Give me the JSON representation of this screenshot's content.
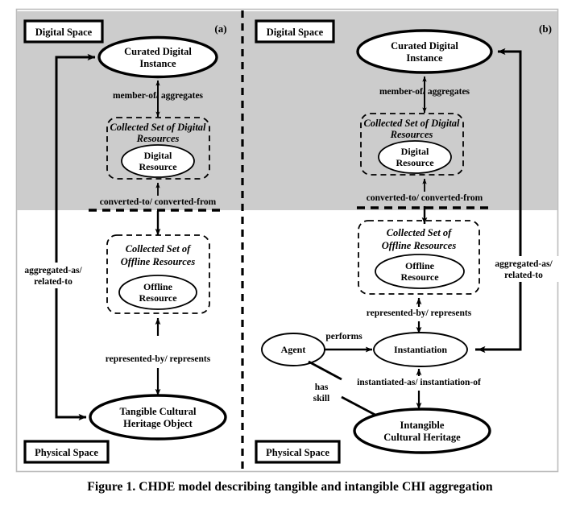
{
  "figure": {
    "caption": "Figure 1. CHDE model describing tangible and intangible CHI aggregation",
    "panel_a_label": "(a)",
    "panel_b_label": "(b)",
    "digital_space_label": "Digital Space",
    "physical_space_label": "Physical Space",
    "colors": {
      "digital_space_fill": "#cccccc",
      "physical_space_fill": "#ffffff",
      "stroke": "#000000",
      "page_background": "#ffffff",
      "frame_border": "#b0b0b0"
    }
  },
  "panel_a": {
    "label": "(a)",
    "nodes": {
      "curated_digital_instance": {
        "line1": "Curated Digital",
        "line2": "Instance"
      },
      "collected_set_digital": {
        "line1": "Collected Set of Digital",
        "line2": "Resources"
      },
      "digital_resource": {
        "line1": "Digital",
        "line2": "Resource"
      },
      "collected_set_offline": {
        "line1": "Collected Set of",
        "line2": "Offline Resources"
      },
      "offline_resource": {
        "line1": "Offline",
        "line2": "Resource"
      },
      "tangible_cultural_heritage_object": {
        "line1": "Tangible Cultural",
        "line2": "Heritage Object"
      }
    },
    "relations": {
      "member_of_aggregates": "member-of/ aggregates",
      "converted": "converted-to/ converted-from",
      "represented_by_represents": "represented-by/ represents",
      "aggregated_as_line1": "aggregated-as/",
      "aggregated_as_line2": "related-to"
    },
    "spaces": {
      "digital": "Digital Space",
      "physical": "Physical Space"
    }
  },
  "panel_b": {
    "label": "(b)",
    "nodes": {
      "curated_digital_instance": {
        "line1": "Curated Digital",
        "line2": "Instance"
      },
      "collected_set_digital": {
        "line1": "Collected Set of Digital",
        "line2": "Resources"
      },
      "digital_resource": {
        "line1": "Digital",
        "line2": "Resource"
      },
      "collected_set_offline": {
        "line1": "Collected Set of",
        "line2": "Offline  Resources"
      },
      "offline_resource": {
        "line1": "Offline",
        "line2": "Resource"
      },
      "agent": {
        "line1": "Agent"
      },
      "instantiation": {
        "line1": "Instantiation"
      },
      "intangible_cultural_heritage": {
        "line1": "Intangible",
        "line2": "Cultural Heritage"
      }
    },
    "relations": {
      "member_of_aggregates": "member-of/ aggregates",
      "converted": "converted-to/ converted-from",
      "represented_by_represents": "represented-by/ represents",
      "performs": "performs",
      "has_skill_line1": "has",
      "has_skill_line2": "skill",
      "instantiated_as": "instantiated-as/ instantiation-of",
      "aggregated_as_line1": "aggregated-as/",
      "aggregated_as_line2": "related-to"
    },
    "spaces": {
      "digital": "Digital Space",
      "physical": "Physical Space"
    }
  }
}
